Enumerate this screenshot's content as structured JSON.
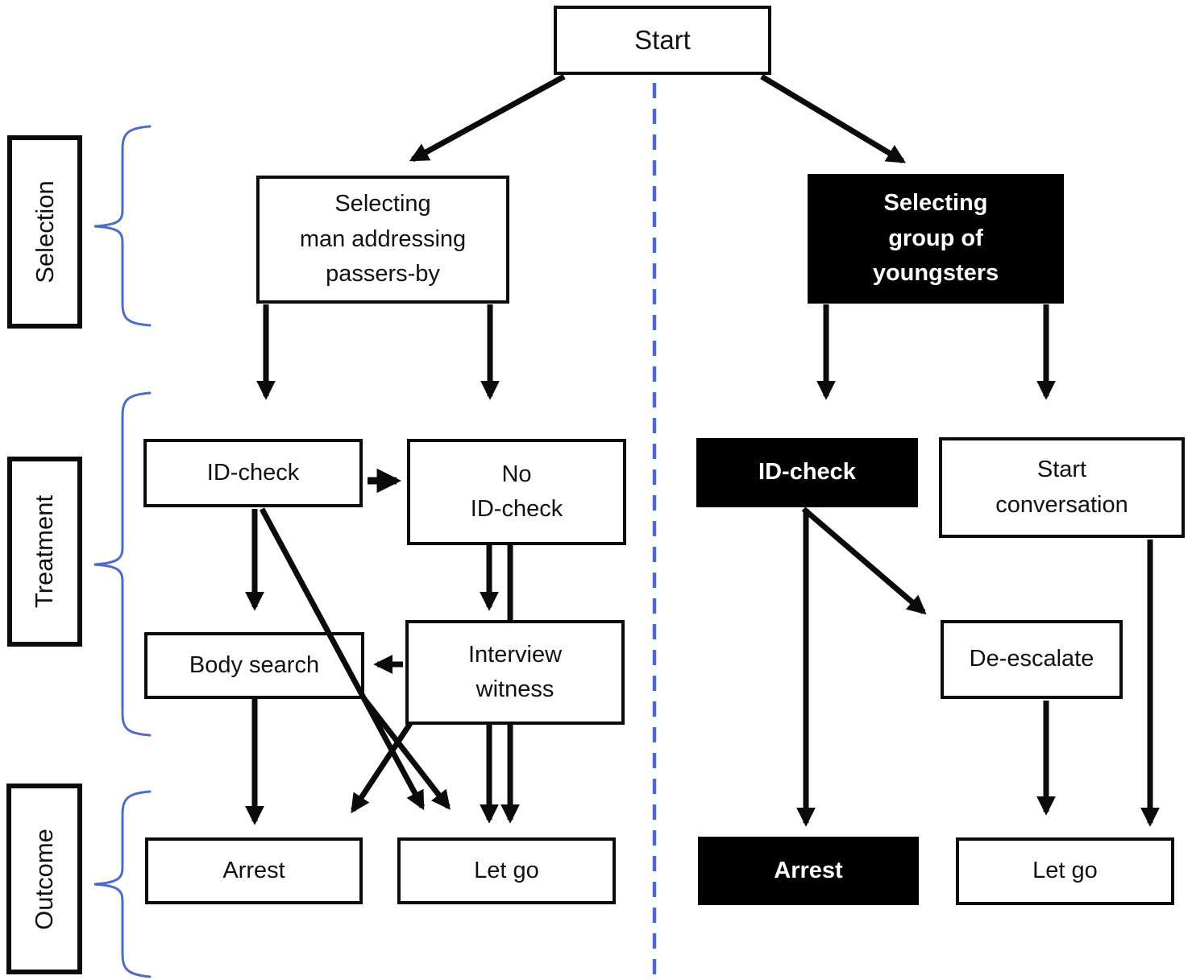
{
  "diagram": {
    "title_node": "Start",
    "left_branch": {
      "select": "Selecting\nman addressing\npassers-by",
      "id_check": "ID-check",
      "no_id_check": "No\nID-check",
      "body_search": "Body search",
      "interview_witness": "Interview\nwitness",
      "arrest": "Arrest",
      "let_go": "Let go"
    },
    "right_branch": {
      "select": "Selecting\ngroup of\nyoungsters",
      "id_check": "ID-check",
      "start_conversation": "Start\nconversation",
      "de_escalate": "De-escalate",
      "arrest": "Arrest",
      "let_go": "Let go"
    },
    "row_labels": [
      "Selection",
      "Treatment",
      "Outcome"
    ],
    "colors": {
      "accent_blue": "#4f6bc9",
      "line_black": "#0b0b0b",
      "highlight_bg": "#000000",
      "highlight_text": "#ffffff"
    }
  }
}
